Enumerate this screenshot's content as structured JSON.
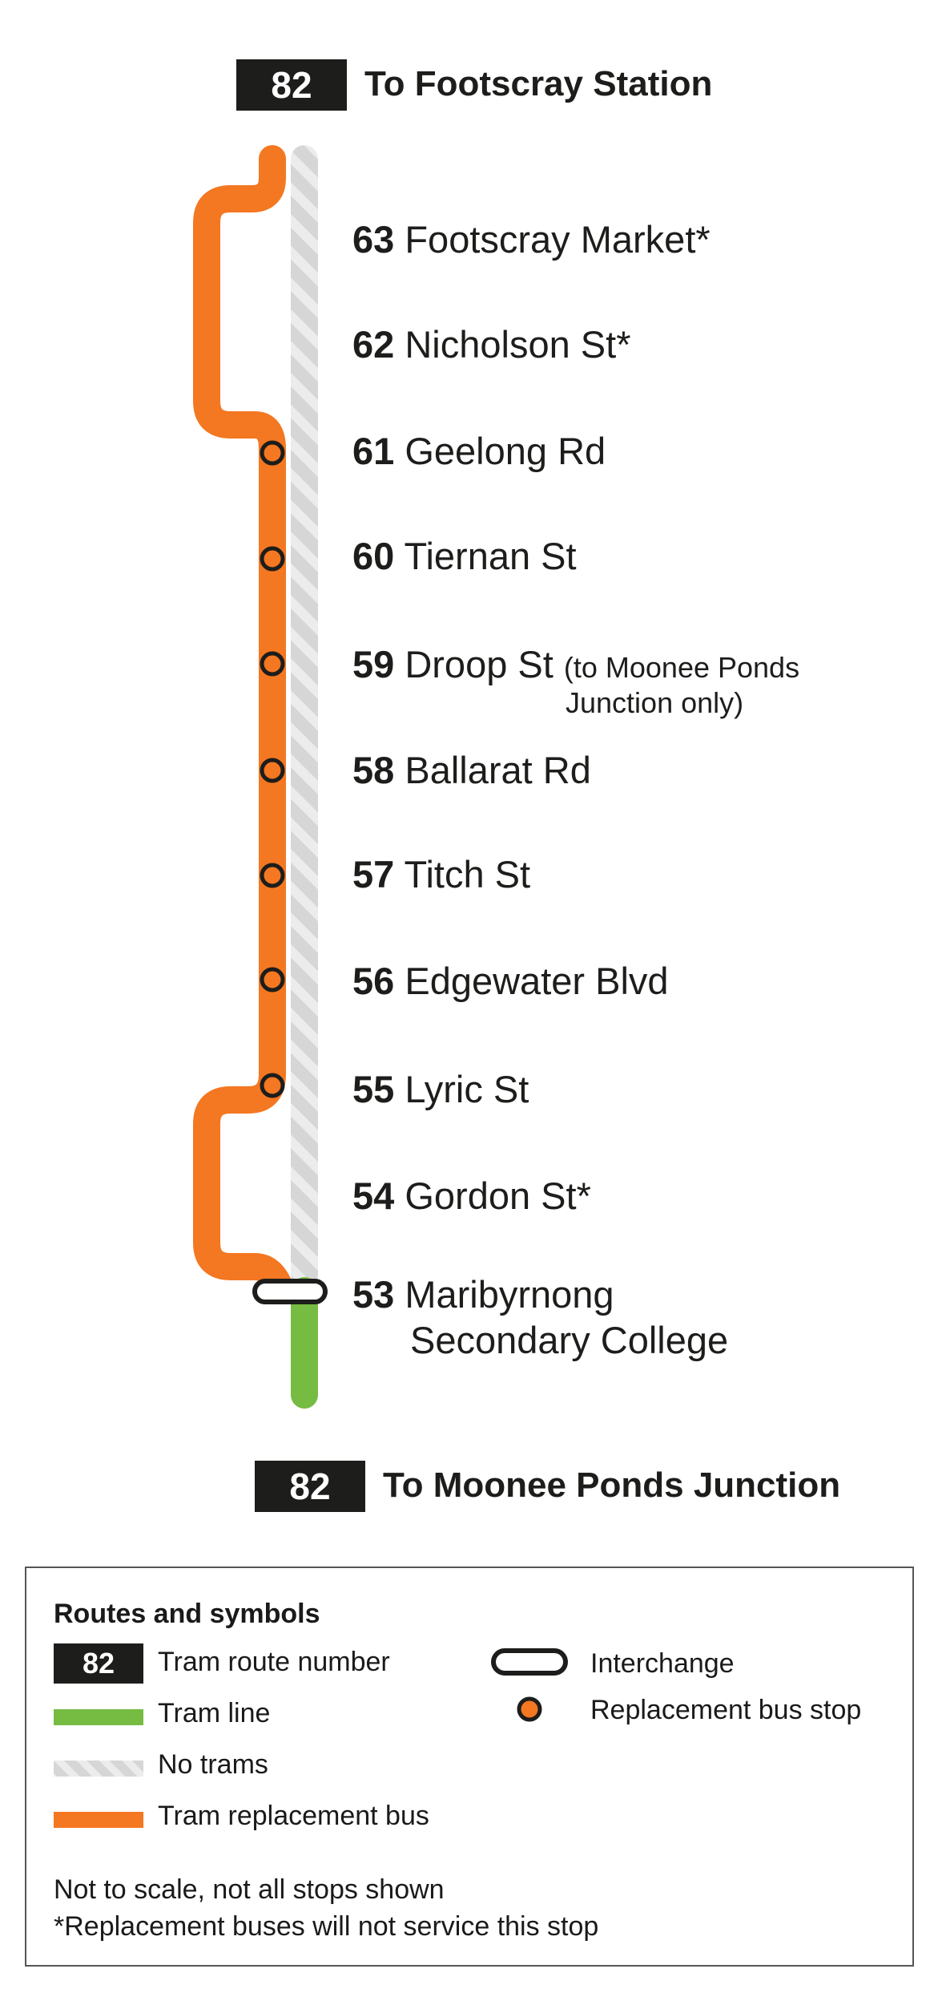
{
  "route_number": "82",
  "top_destination": "To Footscray Station",
  "bottom_destination": "To Moonee Ponds Junction",
  "colors": {
    "tram_line": "#76bc43",
    "no_trams": "#d9d9d9",
    "replacement_bus": "#f47721",
    "badge": "#1d1d1b"
  },
  "stops": [
    {
      "number": "63",
      "name": "Footscray Market*"
    },
    {
      "number": "62",
      "name": "Nicholson St*"
    },
    {
      "number": "61",
      "name": "Geelong Rd"
    },
    {
      "number": "60",
      "name": "Tiernan St"
    },
    {
      "number": "59",
      "name": "Droop St",
      "note_line1": "(to Moonee Ponds",
      "note_line2": "Junction only)"
    },
    {
      "number": "58",
      "name": "Ballarat Rd"
    },
    {
      "number": "57",
      "name": "Titch St"
    },
    {
      "number": "56",
      "name": "Edgewater Blvd"
    },
    {
      "number": "55",
      "name": "Lyric St"
    },
    {
      "number": "54",
      "name": "Gordon St*"
    },
    {
      "number": "53",
      "name": "Maribyrnong",
      "name_line2": "Secondary College"
    }
  ],
  "legend": {
    "heading": "Routes and symbols",
    "route_badge": "82",
    "route_number_label": "Tram route number",
    "tram_line_label": "Tram line",
    "no_trams_label": "No trams",
    "replacement_bus_label": "Tram replacement bus",
    "interchange_label": "Interchange",
    "bus_stop_label": "Replacement bus stop",
    "note1": "Not to scale, not all stops shown",
    "note2": "*Replacement buses will not service this stop"
  }
}
